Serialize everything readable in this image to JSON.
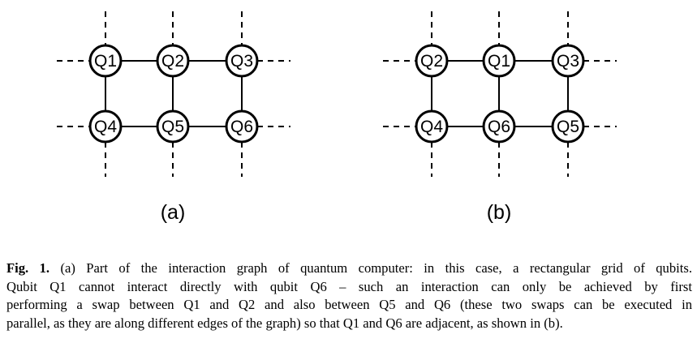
{
  "figure": {
    "panels": [
      {
        "label": "(a)",
        "grid": [
          [
            "Q1",
            "Q2",
            "Q3"
          ],
          [
            "Q4",
            "Q5",
            "Q6"
          ]
        ]
      },
      {
        "label": "(b)",
        "grid": [
          [
            "Q2",
            "Q1",
            "Q3"
          ],
          [
            "Q4",
            "Q6",
            "Q5"
          ]
        ]
      }
    ]
  },
  "caption": {
    "label": "Fig. 1.",
    "lines": [
      " (a) Part of the interaction graph of quantum computer: in this case, a rectangular grid of qubits.",
      "Qubit Q1 cannot interact directly with qubit Q6 – such an interaction can only be achieved by first",
      "performing a swap between Q1 and Q2 and also between Q5 and Q6 (these two swaps can be executed in",
      "parallel, as they are along different edges of the graph) so that Q1 and Q6 are adjacent, as shown in (b)."
    ]
  }
}
